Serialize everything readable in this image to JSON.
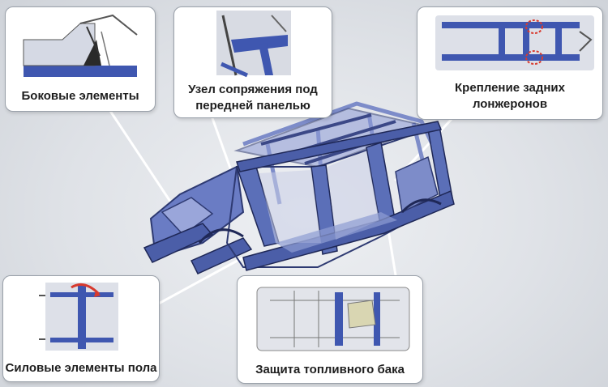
{
  "callouts": {
    "side_elements": {
      "label": "Боковые элементы"
    },
    "front_panel_joint": {
      "line1": "Узел сопряжения под",
      "line2": "передней панелью"
    },
    "rear_spars_mount": {
      "line1": "Крепление задних",
      "line2": "лонжеронов"
    },
    "floor_power_elements": {
      "label": "Силовые элементы пола"
    },
    "fuel_tank_protection": {
      "label": "Защита топливного бака"
    }
  },
  "colors": {
    "background": "#dfe2e7",
    "body_blue": "#5b6fb8",
    "body_dark": "#2e3a72",
    "highlight_red": "#d83a2e",
    "leader_line": "#ffffff",
    "callout_border": "#9aa1aa"
  }
}
